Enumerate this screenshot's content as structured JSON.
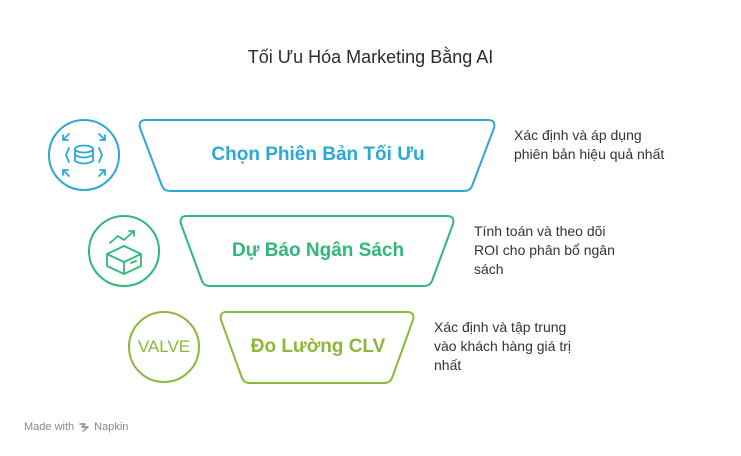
{
  "title": "Tối Ưu Hóa Marketing Bằng AI",
  "steps": [
    {
      "label": "Chọn Phiên Bản Tối Ưu",
      "description": "Xác định và áp dụng\nphiên bản hiệu quả nhất",
      "icon": "database-expand-icon",
      "color": "#2ba8d8",
      "fill": "#ffffff"
    },
    {
      "label": "Dự Báo Ngân Sách",
      "description": "Tính toán và theo dõi\nROI cho phân bổ ngân\nsách",
      "icon": "box-growth-icon",
      "color": "#2fb87a",
      "fill": "#ffffff"
    },
    {
      "label": "Đo Lường CLV",
      "description": "Xác định và tập trung\nvào khách hàng giá trị\nnhất",
      "icon": "valve-logo-icon",
      "icon_text": "VALVE",
      "color": "#8cb839",
      "fill": "#ffffff"
    }
  ],
  "footer": {
    "made_with": "Made with",
    "brand": "Napkin"
  }
}
